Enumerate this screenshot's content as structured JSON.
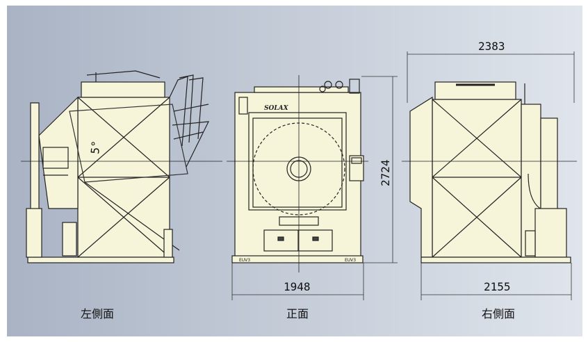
{
  "views": {
    "left": {
      "caption": "左側面",
      "angle_label": "5°"
    },
    "front": {
      "caption": "正面",
      "width_label": "1948",
      "height_label": "2724",
      "brand": "SOLAX",
      "foot_label": "EUV3"
    },
    "right": {
      "caption": "右側面",
      "top_label": "2383",
      "bottom_label": "2155"
    }
  }
}
